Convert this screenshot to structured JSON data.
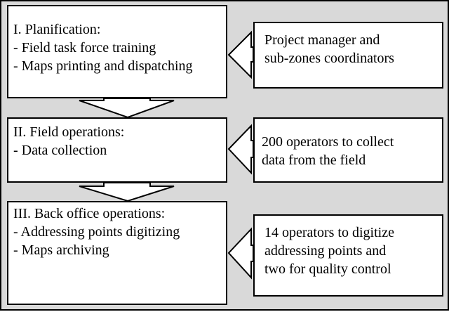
{
  "stages": [
    {
      "title": "I. Planification:",
      "items": [
        "- Field task force training",
        "- Maps printing and dispatching"
      ]
    },
    {
      "title": "II. Field operations:",
      "items": [
        "- Data collection"
      ]
    },
    {
      "title": "III. Back office operations:",
      "items": [
        "- Addressing points digitizing",
        "- Maps archiving"
      ]
    }
  ],
  "roles": [
    {
      "lines": [
        "Project manager and",
        "sub-zones coordinators"
      ]
    },
    {
      "lines": [
        "200 operators to collect",
        "data from the field"
      ]
    },
    {
      "lines": [
        "14 operators to digitize",
        "addressing points and",
        "two for quality control"
      ]
    }
  ],
  "colors": {
    "background": "#d9d9d9",
    "box_fill": "#ffffff",
    "stroke": "#000000"
  }
}
